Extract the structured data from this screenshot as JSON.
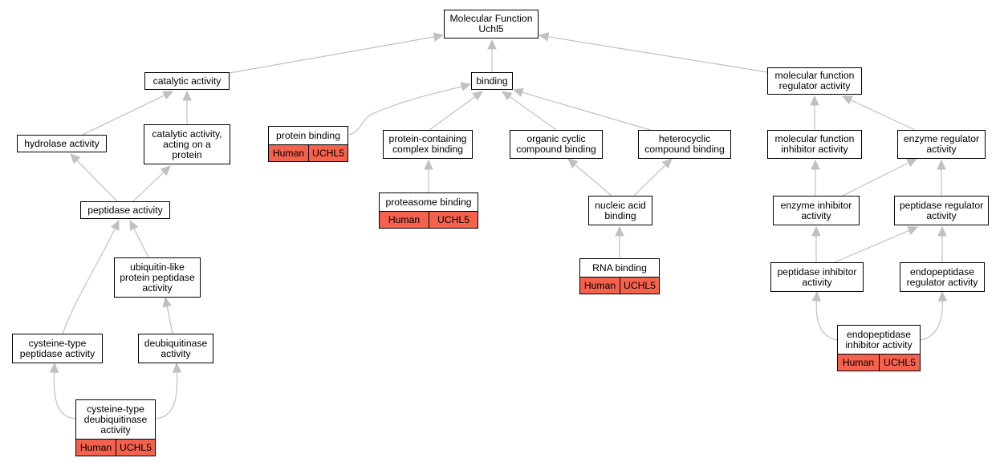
{
  "colors": {
    "edge": "#c0c0c0",
    "annotation": "#f4614c"
  },
  "nodes": {
    "root": {
      "label": "Molecular Function\nUchl5"
    },
    "catalytic": {
      "label": "catalytic activity"
    },
    "binding": {
      "label": "binding"
    },
    "mf_regulator": {
      "label": "molecular function\nregulator activity"
    },
    "hydrolase": {
      "label": "hydrolase activity"
    },
    "cat_protein": {
      "label": "catalytic activity,\nacting on a\nprotein"
    },
    "protein_binding": {
      "label": "protein binding",
      "annotation": [
        "Human",
        "UCHL5"
      ]
    },
    "complex_binding": {
      "label": "protein-containing\ncomplex binding"
    },
    "organic_cyclic": {
      "label": "organic cyclic\ncompound binding"
    },
    "heterocyclic": {
      "label": "heterocyclic\ncompound binding"
    },
    "mf_inhibitor": {
      "label": "molecular function\ninhibitor activity"
    },
    "enzyme_regulator": {
      "label": "enzyme regulator\nactivity"
    },
    "peptidase": {
      "label": "peptidase activity"
    },
    "proteasome": {
      "label": "proteasome binding",
      "annotation": [
        "Human",
        "UCHL5"
      ]
    },
    "nucleic_acid": {
      "label": "nucleic acid\nbinding"
    },
    "enzyme_inhibitor": {
      "label": "enzyme inhibitor\nactivity"
    },
    "peptidase_regulator": {
      "label": "peptidase regulator\nactivity"
    },
    "ubl_peptidase": {
      "label": "ubiquitin-like\nprotein peptidase\nactivity"
    },
    "rna_binding": {
      "label": "RNA binding",
      "annotation": [
        "Human",
        "UCHL5"
      ]
    },
    "peptidase_inhibitor": {
      "label": "peptidase inhibitor\nactivity"
    },
    "endopeptidase_regulator": {
      "label": "endopeptidase\nregulator activity"
    },
    "cysteine_peptidase": {
      "label": "cysteine-type\npeptidase activity"
    },
    "deubiquitinase": {
      "label": "deubiquitinase\nactivity"
    },
    "endopeptidase_inhibitor": {
      "label": "endopeptidase\ninhibitor activity",
      "annotation": [
        "Human",
        "UCHL5"
      ]
    },
    "cysteine_deubiquitinase": {
      "label": "cysteine-type\ndeubiquitinase\nactivity",
      "annotation": [
        "Human",
        "UCHL5"
      ]
    }
  }
}
